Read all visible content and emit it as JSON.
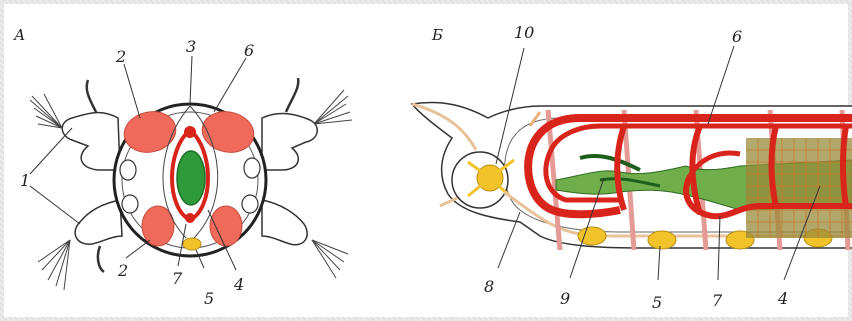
{
  "panels": {
    "a": {
      "letter": "А"
    },
    "b": {
      "letter": "Б"
    }
  },
  "labels_a": {
    "l1": "1",
    "l2_top": "2",
    "l3": "3",
    "l6": "6",
    "l2_bottom": "2",
    "l7": "7",
    "l5": "5",
    "l4": "4"
  },
  "labels_b": {
    "l10": "10",
    "l6": "6",
    "l8": "8",
    "l9": "9",
    "l5": "5",
    "l7": "7",
    "l4": "4"
  },
  "colors": {
    "vessel_red": "#d9241c",
    "muscle_pink": "#ef6a5a",
    "gut_green": "#2e9a3a",
    "nerve_yellow": "#f2c22a",
    "outline": "#333333"
  }
}
